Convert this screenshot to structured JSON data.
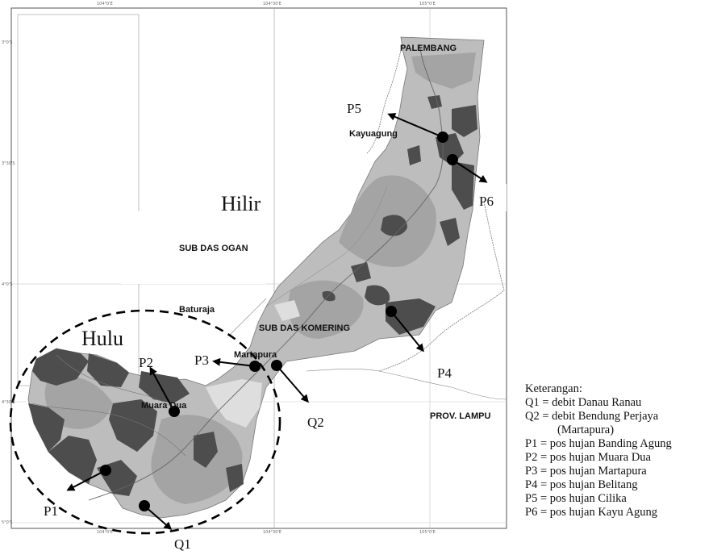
{
  "regions": {
    "hilir": "Hilir",
    "hulu": "Hulu"
  },
  "places": {
    "palembang": "PALEMBANG",
    "kayuagung": "Kayuagung",
    "sub_das_ogan": "SUB DAS OGAN",
    "baturaja": "Baturaja",
    "sub_das_komering": "SUB DAS KOMERING",
    "martapura": "Martapura",
    "muara_dua": "Muara Dua",
    "prov_lampung": "PROV. LAMPU"
  },
  "stations": {
    "p1": "P1",
    "p2": "P2",
    "p3": "P3",
    "p4": "P4",
    "p5": "P5",
    "p6": "P6",
    "q1": "Q1",
    "q2": "Q2"
  },
  "legend": {
    "title": "Keterangan:",
    "q1": "Q1 = debit Danau Ranau",
    "q2": "Q2 = debit Bendung Perjaya",
    "q2_cont": "(Martapura)",
    "p1": "P1 = pos hujan Banding Agung",
    "p2": "P2 = pos hujan Muara Dua",
    "p3": "P3 = pos hujan Martapura",
    "p4": "P4 = pos hujan Belitang",
    "p5": "P5 = pos hujan Cilika",
    "p6": "P6 = pos hujan Kayu Agung"
  },
  "ticks": {
    "top_1": "104°0'E",
    "top_2": "104°30'E",
    "top_3": "105°0'E",
    "bottom_1": "104°0'E",
    "bottom_2": "104°30'E",
    "bottom_3": "105°0'E",
    "left_1": "3°0'S",
    "left_2": "3°30'S",
    "left_3": "4°0'S",
    "left_4": "4°30'S",
    "left_5": "5°0'S"
  },
  "colors": {
    "land_light": "#bdbdbd",
    "land_mid": "#a4a4a4",
    "land_dark": "#4d4d4d",
    "land_pale": "#dedede",
    "frame": "#555555"
  }
}
